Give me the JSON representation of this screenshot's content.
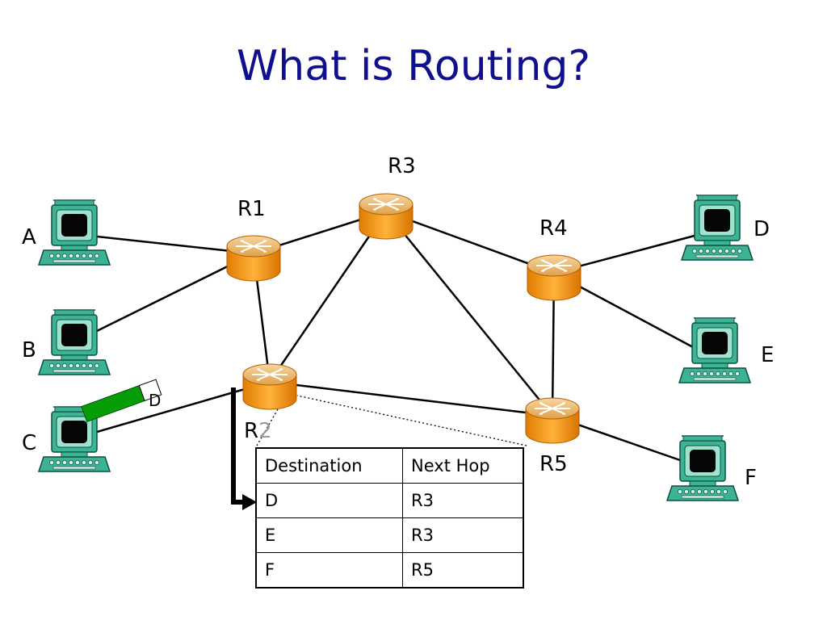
{
  "title": "What is Routing?",
  "hosts": [
    {
      "id": "A",
      "label": "A"
    },
    {
      "id": "B",
      "label": "B"
    },
    {
      "id": "C",
      "label": "C"
    },
    {
      "id": "D",
      "label": "D"
    },
    {
      "id": "E",
      "label": "E"
    },
    {
      "id": "F",
      "label": "F"
    }
  ],
  "routers": [
    {
      "id": "R1",
      "label": "R1"
    },
    {
      "id": "R2",
      "label_main": "R",
      "label_dim": "2"
    },
    {
      "id": "R3",
      "label": "R3"
    },
    {
      "id": "R4",
      "label": "R4"
    },
    {
      "id": "R5",
      "label": "R5"
    }
  ],
  "links": [
    [
      "A",
      "R1"
    ],
    [
      "B",
      "R1"
    ],
    [
      "C",
      "R2"
    ],
    [
      "R1",
      "R2"
    ],
    [
      "R1",
      "R3"
    ],
    [
      "R2",
      "R3"
    ],
    [
      "R2",
      "R5"
    ],
    [
      "R3",
      "R4"
    ],
    [
      "R3",
      "R5"
    ],
    [
      "R4",
      "R5"
    ],
    [
      "R4",
      "D"
    ],
    [
      "R4",
      "E"
    ],
    [
      "R5",
      "F"
    ]
  ],
  "packet": {
    "dest_label": "D",
    "color": "#079d07"
  },
  "router_color": "#f59d12",
  "host_color": "#3cb395",
  "title_color": "#10108f",
  "table": {
    "headers": [
      "Destination",
      "Next Hop"
    ],
    "rows": [
      [
        "D",
        "R3"
      ],
      [
        "E",
        "R3"
      ],
      [
        "F",
        "R5"
      ]
    ]
  }
}
